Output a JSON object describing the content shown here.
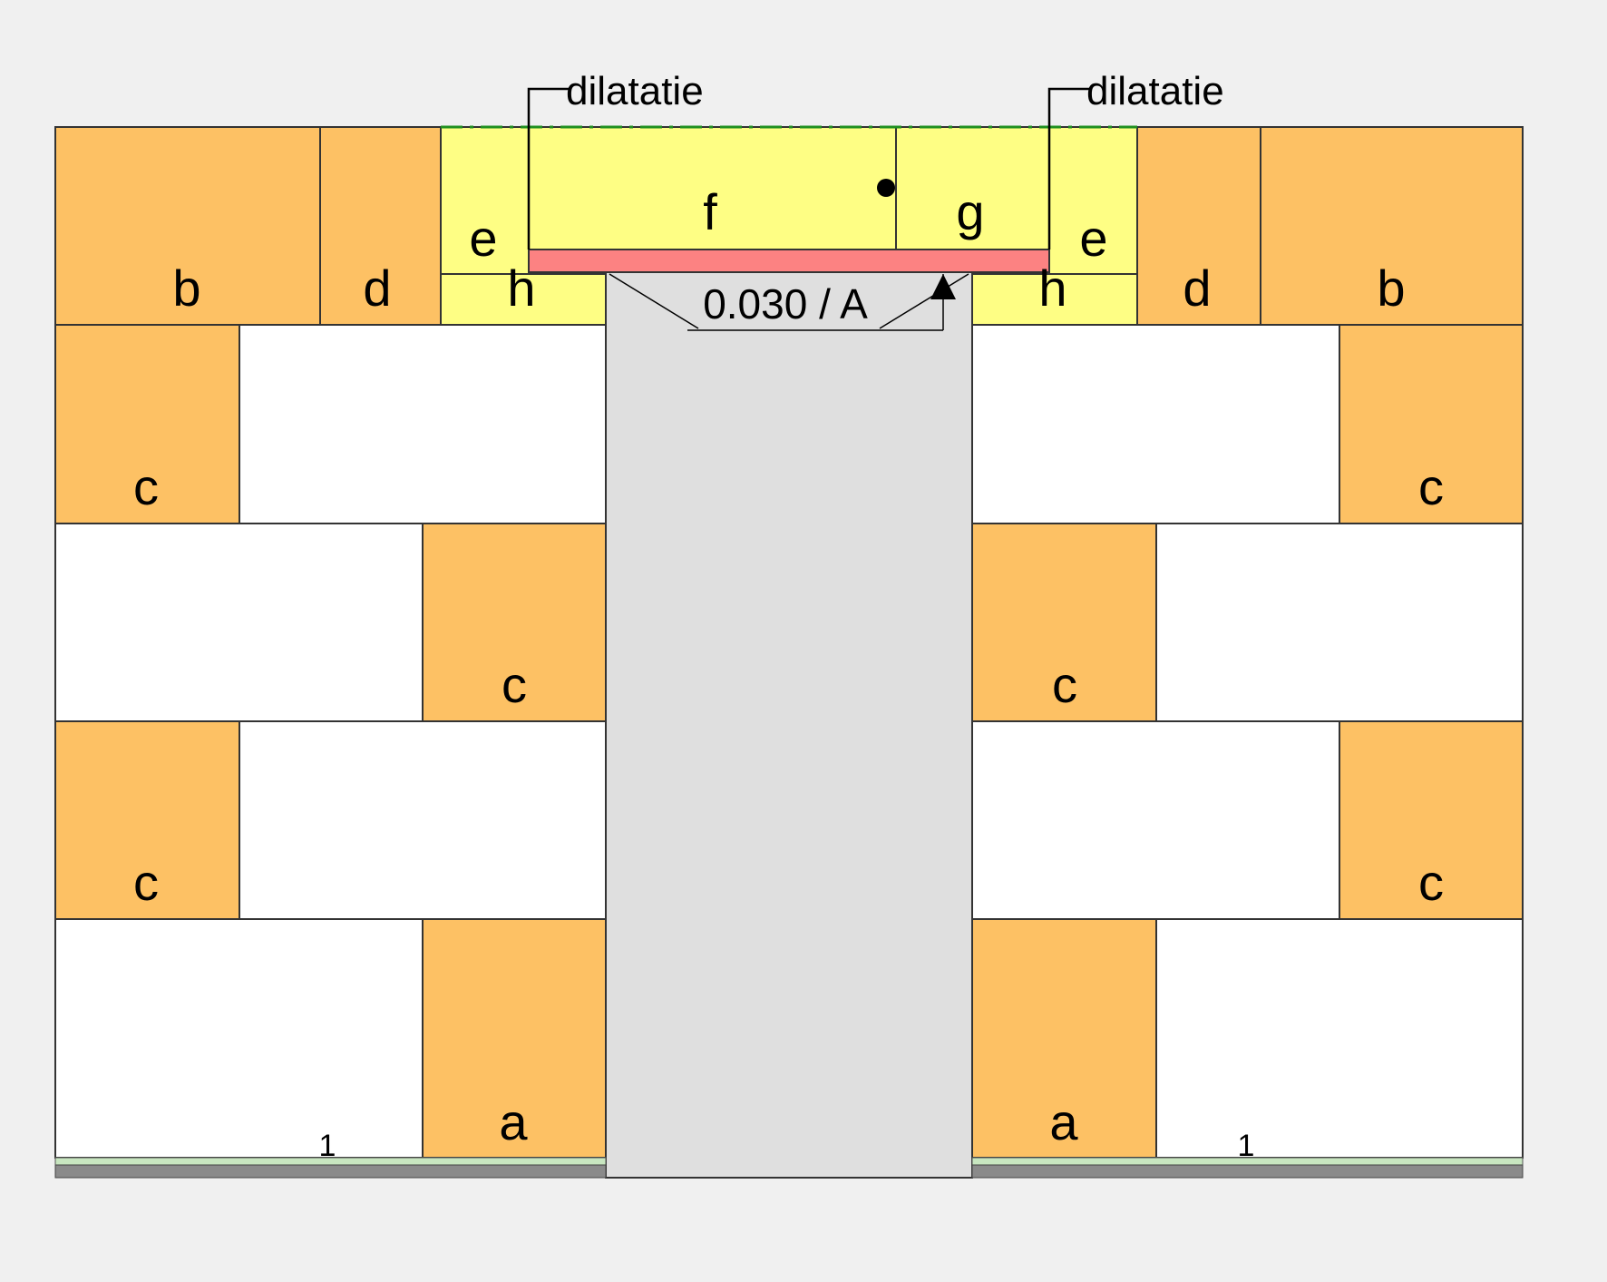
{
  "colors": {
    "background": "#f0f0f0",
    "orange_block": "#fdc164",
    "white_block": "#ffffff",
    "yellow_block": "#fefe84",
    "red_strip": "#fc8282",
    "opening": "#dfdfdf",
    "outline": "#333333",
    "dash_line": "#1f8f1f",
    "base_green": "#c8e6c0",
    "base_gray": "#8a8a8a"
  },
  "labels": {
    "b": "b",
    "d": "d",
    "e": "e",
    "h": "h",
    "f": "f",
    "g": "g",
    "c": "c",
    "a": "a",
    "row_number": "1"
  },
  "annotations": {
    "dilatatie": "dilatatie",
    "lintel_dimension": "0.030 / A"
  }
}
